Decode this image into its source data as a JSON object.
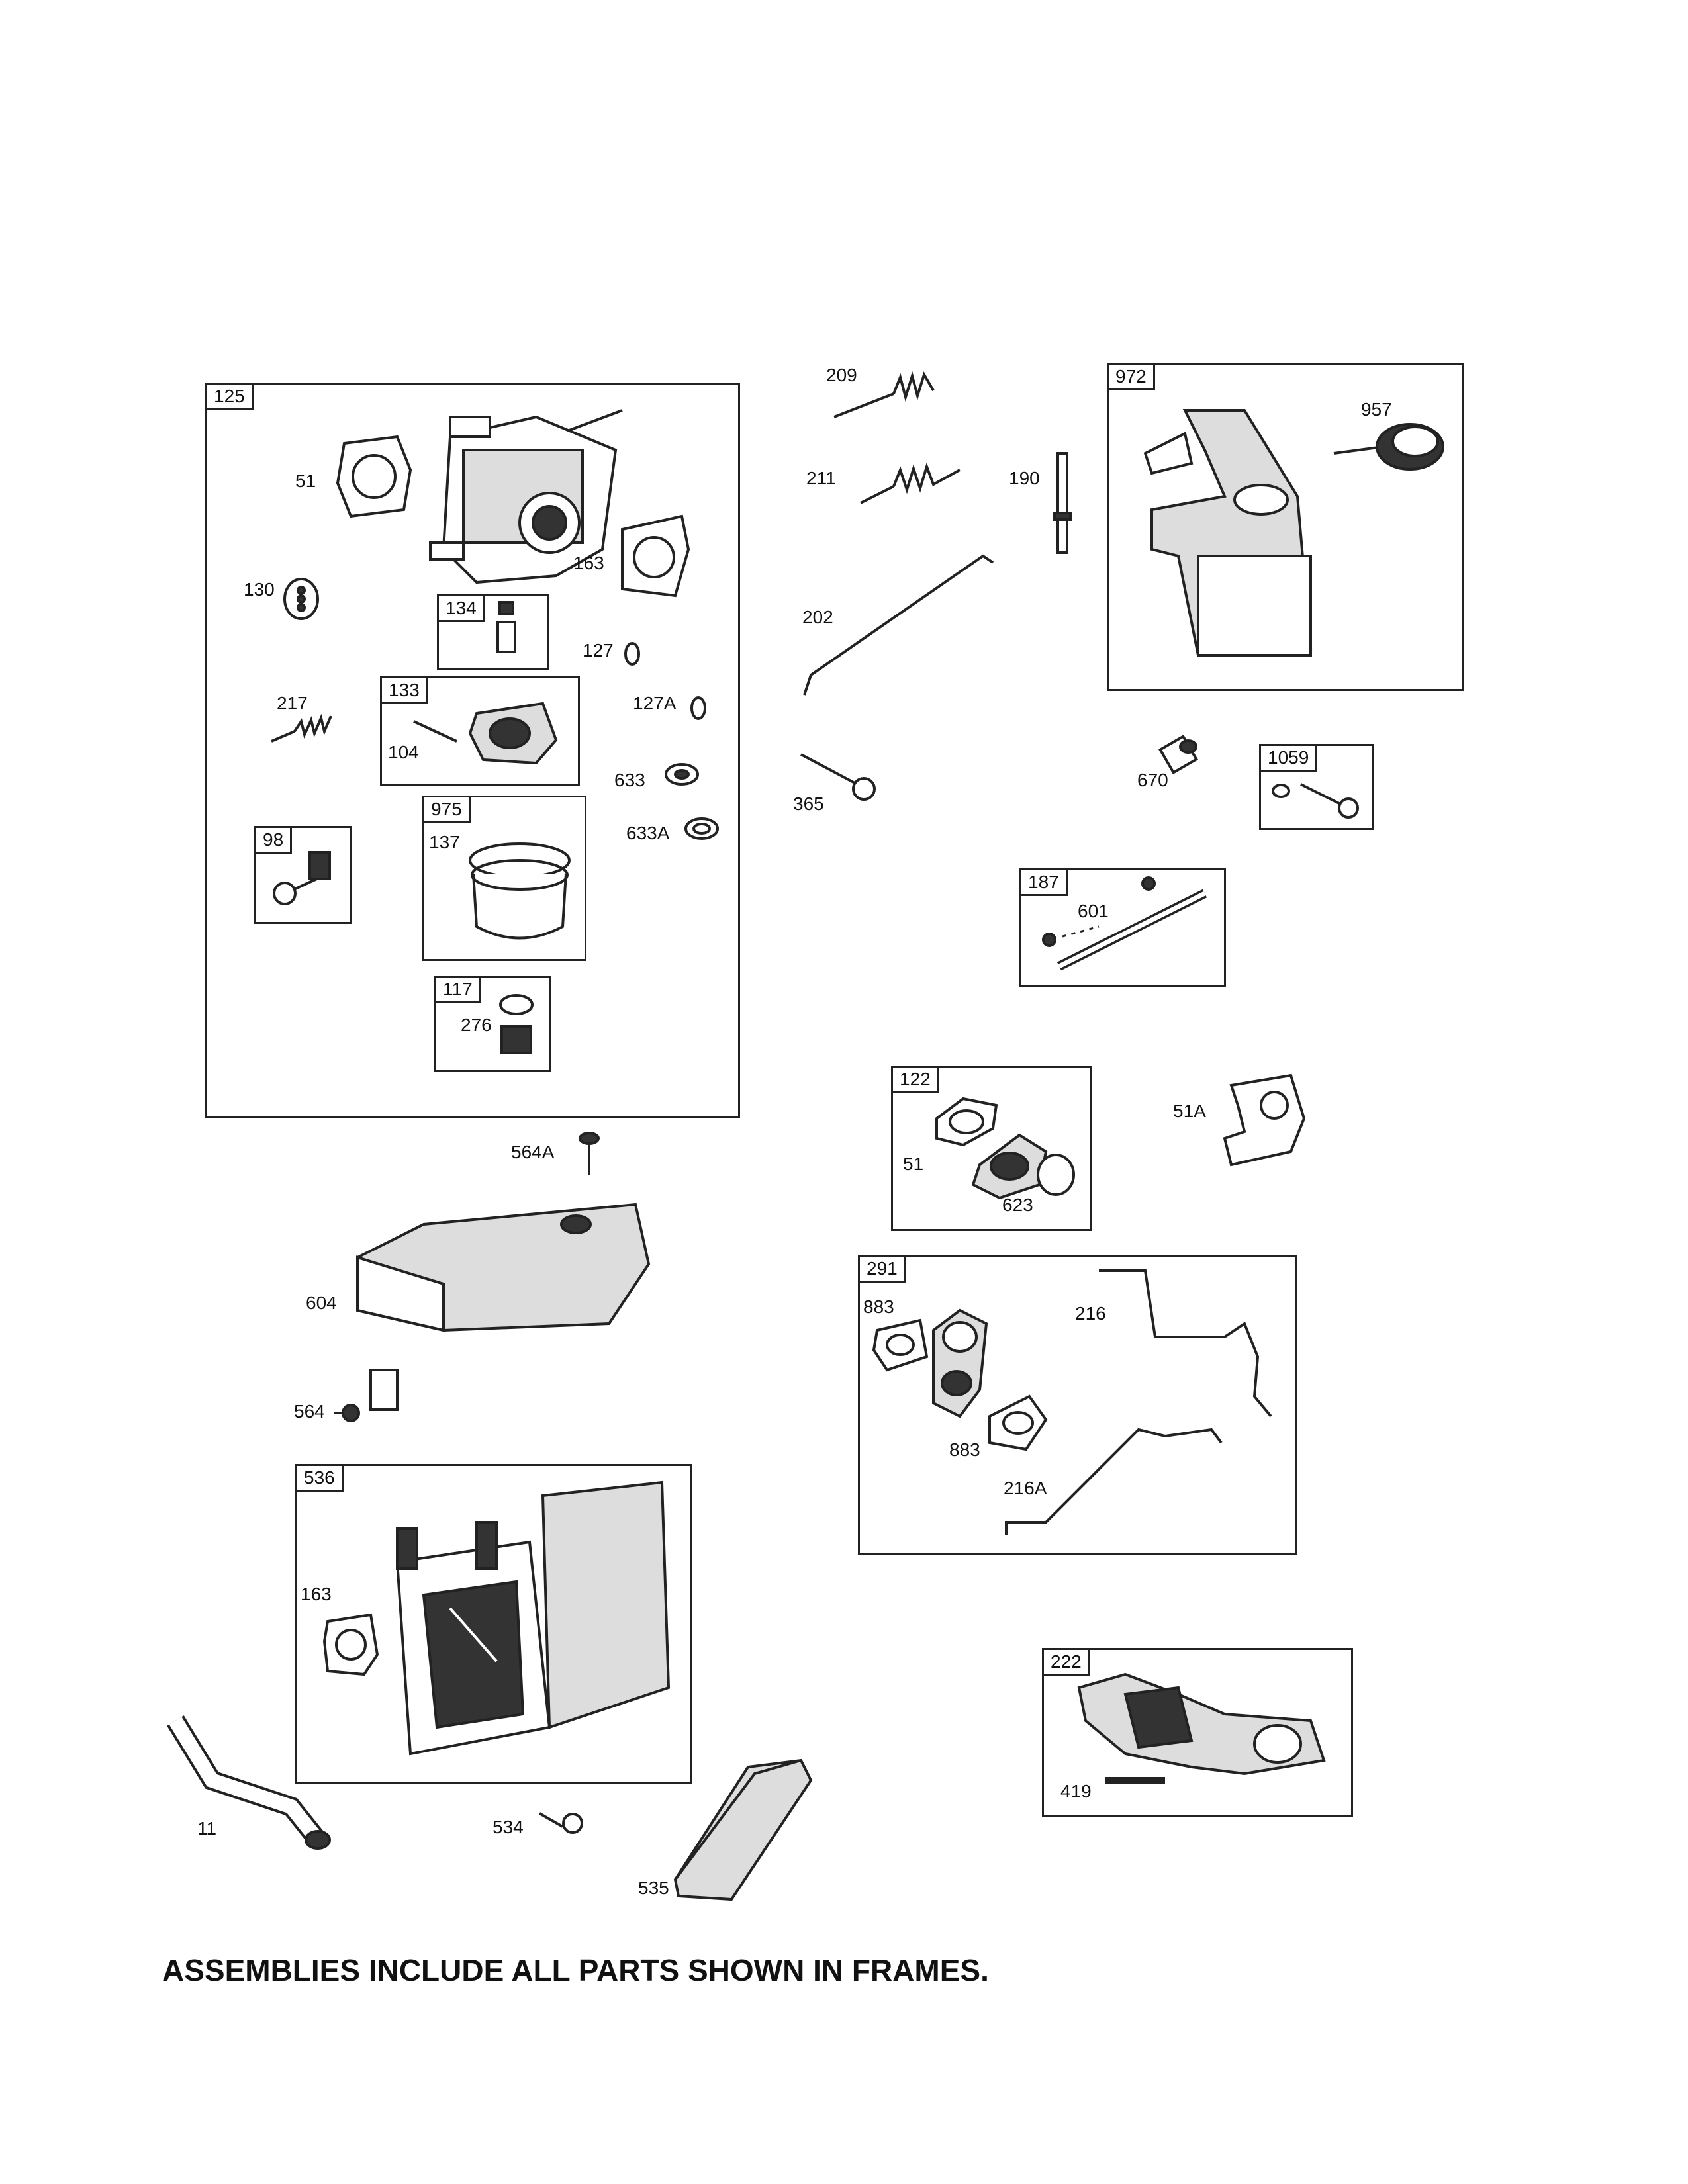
{
  "frames": {
    "f125": "125",
    "f134": "134",
    "f133": "133",
    "f975": "975",
    "f98": "98",
    "f117": "117",
    "f972": "972",
    "f1059": "1059",
    "f187": "187",
    "f122": "122",
    "f291": "291",
    "f536": "536",
    "f222": "222"
  },
  "labels": {
    "l51": "51",
    "l163": "163",
    "l130": "130",
    "l127": "127",
    "l217": "217",
    "l104": "104",
    "l127A": "127A",
    "l633": "633",
    "l137": "137",
    "l633A": "633A",
    "l276": "276",
    "l209": "209",
    "l211": "211",
    "l190": "190",
    "l202": "202",
    "l365": "365",
    "l957": "957",
    "l670": "670",
    "l601": "601",
    "l51b": "51",
    "l623": "623",
    "l51A": "51A",
    "l564A": "564A",
    "l604": "604",
    "l564": "564",
    "l883a": "883",
    "l216": "216",
    "l883b": "883",
    "l216A": "216A",
    "l163b": "163",
    "l11": "11",
    "l534": "534",
    "l535": "535",
    "l419": "419"
  },
  "footer": "ASSEMBLIES INCLUDE ALL PARTS SHOWN IN FRAMES."
}
